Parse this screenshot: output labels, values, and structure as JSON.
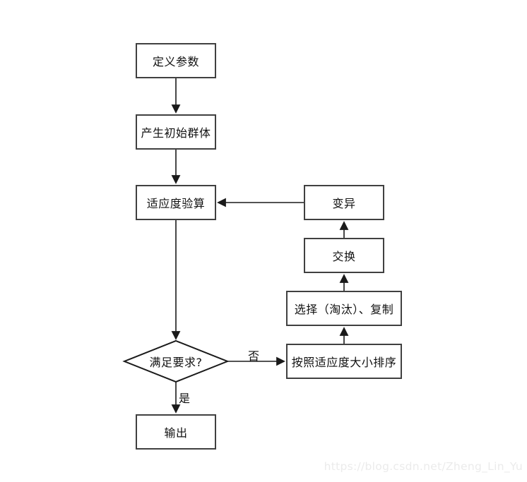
{
  "nodes": {
    "define_params": {
      "label": "定义参数",
      "shape": "rect"
    },
    "init_population": {
      "label": "产生初始群体",
      "shape": "rect"
    },
    "fitness_check": {
      "label": "适应度验算",
      "shape": "rect"
    },
    "mutation": {
      "label": "变异",
      "shape": "rect"
    },
    "crossover": {
      "label": "交换",
      "shape": "rect"
    },
    "selection": {
      "label": "选择（淘汰）、复制",
      "shape": "rect"
    },
    "decision": {
      "label": "满足要求?",
      "shape": "diamond"
    },
    "sort_by_fitness": {
      "label": "按照适应度大小排序",
      "shape": "rect"
    },
    "output": {
      "label": "输出",
      "shape": "rect"
    }
  },
  "edges": [
    {
      "from": "define_params",
      "to": "init_population",
      "label": ""
    },
    {
      "from": "init_population",
      "to": "fitness_check",
      "label": ""
    },
    {
      "from": "fitness_check",
      "to": "decision",
      "label": ""
    },
    {
      "from": "decision",
      "to": "sort_by_fitness",
      "label": "否"
    },
    {
      "from": "decision",
      "to": "output",
      "label": "是"
    },
    {
      "from": "sort_by_fitness",
      "to": "selection",
      "label": ""
    },
    {
      "from": "selection",
      "to": "crossover",
      "label": ""
    },
    {
      "from": "crossover",
      "to": "mutation",
      "label": ""
    },
    {
      "from": "mutation",
      "to": "fitness_check",
      "label": ""
    }
  ],
  "watermark": "https://blog.csdn.net/Zheng_Lin_Yu",
  "colors": {
    "background": "#ffffff",
    "box_border": "#404040",
    "line": "#1a1a1a",
    "text": "#111111",
    "watermark": "#ebebeb"
  }
}
